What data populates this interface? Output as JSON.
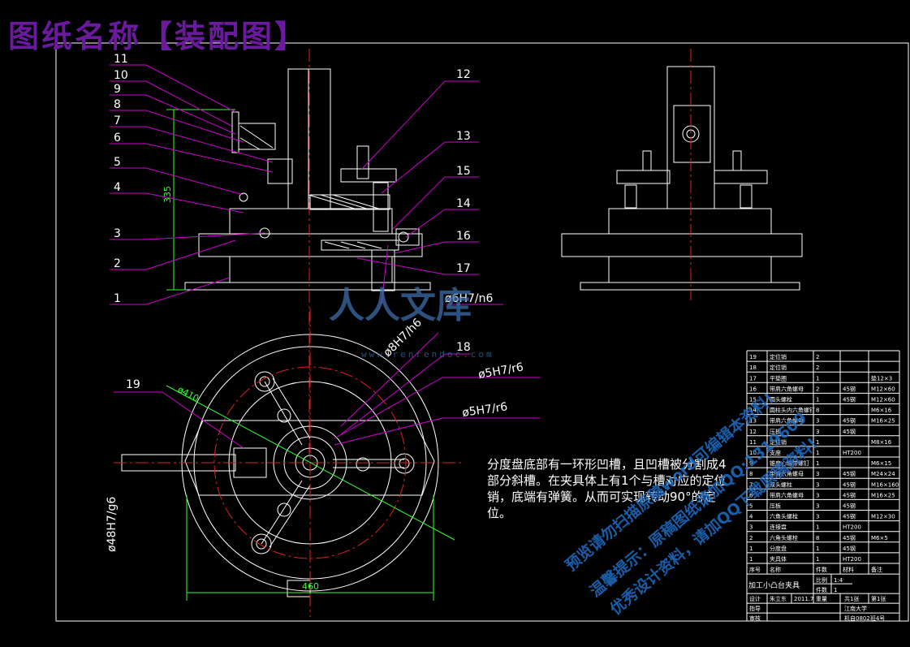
{
  "title": "图纸名称【装配图】",
  "part_labels": [
    "1",
    "2",
    "3",
    "4",
    "5",
    "6",
    "7",
    "8",
    "9",
    "10",
    "11",
    "12",
    "13",
    "14",
    "15",
    "16",
    "17",
    "18",
    "19"
  ],
  "dimensions": {
    "height": "335",
    "fit_6": "ø6H7/n6",
    "fit_8": "ø8H7/h6",
    "fit_5a": "ø5H7/r6",
    "fit_5b": "ø5H7/r6",
    "fit_48": "ø48H7/g6",
    "dia_410": "ø410",
    "width_460": "460"
  },
  "note": "分度盘底部有一环形凹槽，且凹槽被分割成4部分斜槽。在夹具体上有1个与槽对应的定位销，底端有弹簧。从而可实现转动90°的定位。",
  "watermark": {
    "logo": "人人文库",
    "url": "www.renrendoc.com",
    "line1": "预览请勿扫描原稿word可编辑本资料!",
    "line2": "温馨提示：原稿图纸请加QQ:1319609",
    "line3": "优秀设计资料，请加QQ下载原稿资料!"
  },
  "bom": {
    "rows": [
      {
        "no": "19",
        "name": "定位销",
        "qty": "2",
        "material": "",
        "note": ""
      },
      {
        "no": "18",
        "name": "定位销",
        "qty": "2",
        "material": "",
        "note": ""
      },
      {
        "no": "17",
        "name": "平垫圈",
        "qty": "1",
        "material": "",
        "note": "垫12×3"
      },
      {
        "no": "16",
        "name": "带肩六角螺母",
        "qty": "2",
        "material": "45钢",
        "note": "M12×60"
      },
      {
        "no": "15",
        "name": "圆头螺栓",
        "qty": "1",
        "material": "45钢",
        "note": "M12×60"
      },
      {
        "no": "14",
        "name": "圆柱头内六角螺钉",
        "qty": "8",
        "material": "",
        "note": "M6×16"
      },
      {
        "no": "13",
        "name": "带肩六角螺母",
        "qty": "3",
        "material": "45钢",
        "note": "M16×25"
      },
      {
        "no": "12",
        "name": "压板",
        "qty": "3",
        "material": "45钢",
        "note": ""
      },
      {
        "no": "11",
        "name": "定位销",
        "qty": "1",
        "material": "",
        "note": "M8×16"
      },
      {
        "no": "10",
        "name": "支座",
        "qty": "1",
        "material": "HT200",
        "note": ""
      },
      {
        "no": "9",
        "name": "锥度心轴带螺钉",
        "qty": "1",
        "material": "",
        "note": "M6×15"
      },
      {
        "no": "8",
        "name": "带肩六角螺母",
        "qty": "3",
        "material": "45钢",
        "note": "M24×24"
      },
      {
        "no": "7",
        "name": "双头螺柱",
        "qty": "3",
        "material": "45钢",
        "note": "M16×160"
      },
      {
        "no": "6",
        "name": "带肩六角螺母",
        "qty": "3",
        "material": "45钢",
        "note": "M16×25"
      },
      {
        "no": "5",
        "name": "压板",
        "qty": "3",
        "material": "45钢",
        "note": ""
      },
      {
        "no": "4",
        "name": "六角头螺栓",
        "qty": "3",
        "material": "45钢",
        "note": "M12×30"
      },
      {
        "no": "3",
        "name": "连接盘",
        "qty": "1",
        "material": "HT200",
        "note": ""
      },
      {
        "no": "2",
        "name": "六角头螺栓",
        "qty": "8",
        "material": "45钢",
        "note": "M6×5"
      },
      {
        "no": "1",
        "name": "分度盘",
        "qty": "1",
        "material": "45钢",
        "note": ""
      },
      {
        "no": "1",
        "name": "夹具体",
        "qty": "1",
        "material": "HT200",
        "note": ""
      }
    ],
    "headers": [
      "序号",
      "名称",
      "件数",
      "材料",
      "备注"
    ]
  },
  "title_block": {
    "drawing_name": "加工小凸台夹具",
    "scale_label": "比例",
    "scale_value": "1:4",
    "qty_label": "件数",
    "qty_value": "1",
    "design_label": "设计",
    "designer": "朱立东",
    "date": "2011.7",
    "weight_label": "重量",
    "sheet_total": "共1张",
    "sheet_no": "第1张",
    "check_label": "指导",
    "review_label": "审核",
    "school": "江南大学",
    "class": "机自0802班4号"
  },
  "colors": {
    "outline": "#ffffff",
    "leader": "#d000d0",
    "centerline": "#e02020",
    "dimension": "#30ff30",
    "title": "#6b1aa0",
    "watermark": "#1e6ec8"
  }
}
